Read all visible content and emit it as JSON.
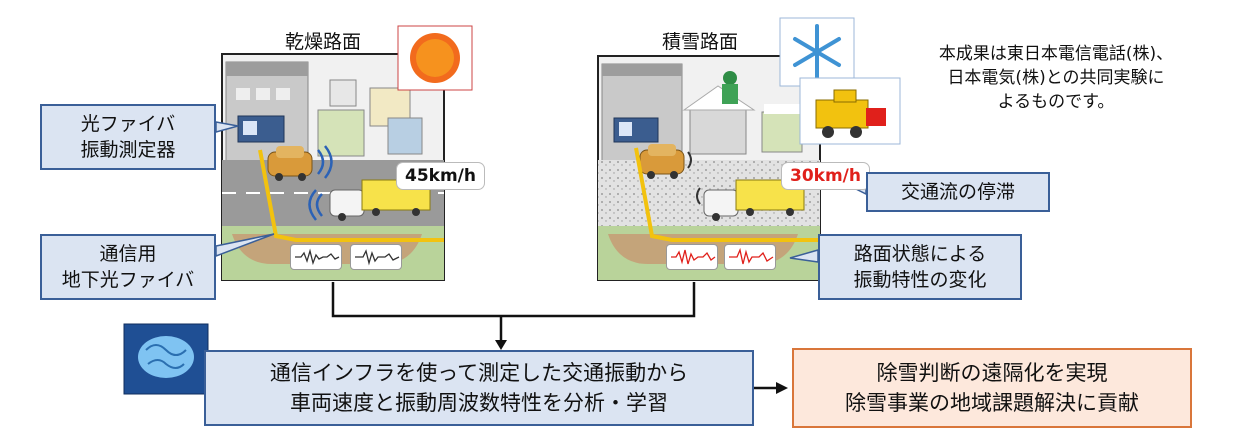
{
  "scenes": {
    "dry": {
      "title": "乾燥路面",
      "speed": "45km/h"
    },
    "snow": {
      "title": "積雪路面",
      "speed": "30km/h"
    }
  },
  "labels": {
    "sensor": [
      "光ファイバ",
      "振動測定器"
    ],
    "fiber": [
      "通信用",
      "地下光ファイバ"
    ],
    "traffic": "交通流の停滞",
    "vibration": [
      "路面状態による",
      "振動特性の変化"
    ]
  },
  "credit": [
    "本成果は東日本電信電話(株)、",
    "日本電気(株)との共同実験に",
    "よるものです。"
  ],
  "analysis": [
    "通信インフラを使って測定した交通振動から",
    "車両速度と振動周波数特性を分析・学習"
  ],
  "result": [
    "除雪判断の遠隔化を実現",
    "除雪事業の地域課題解決に貢献"
  ],
  "colors": {
    "box_fill": "#dbe4f2",
    "box_border": "#3a5f98",
    "result_fill": "#fde8dc",
    "result_border": "#d9763a",
    "fiber": "#f2c20f",
    "speed_slow": "#e0201b"
  }
}
